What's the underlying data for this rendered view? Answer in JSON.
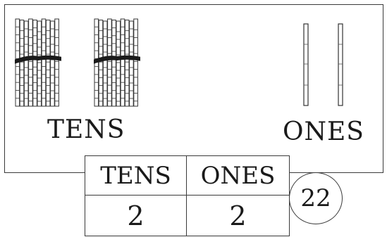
{
  "blocks": {
    "tens_label": "TENS",
    "ones_label": "ONES",
    "tens_bundles": 2,
    "ones_sticks": 2
  },
  "place_value_table": {
    "headers": [
      "TENS",
      "ONES"
    ],
    "values": [
      "2",
      "2"
    ]
  },
  "total": "22"
}
